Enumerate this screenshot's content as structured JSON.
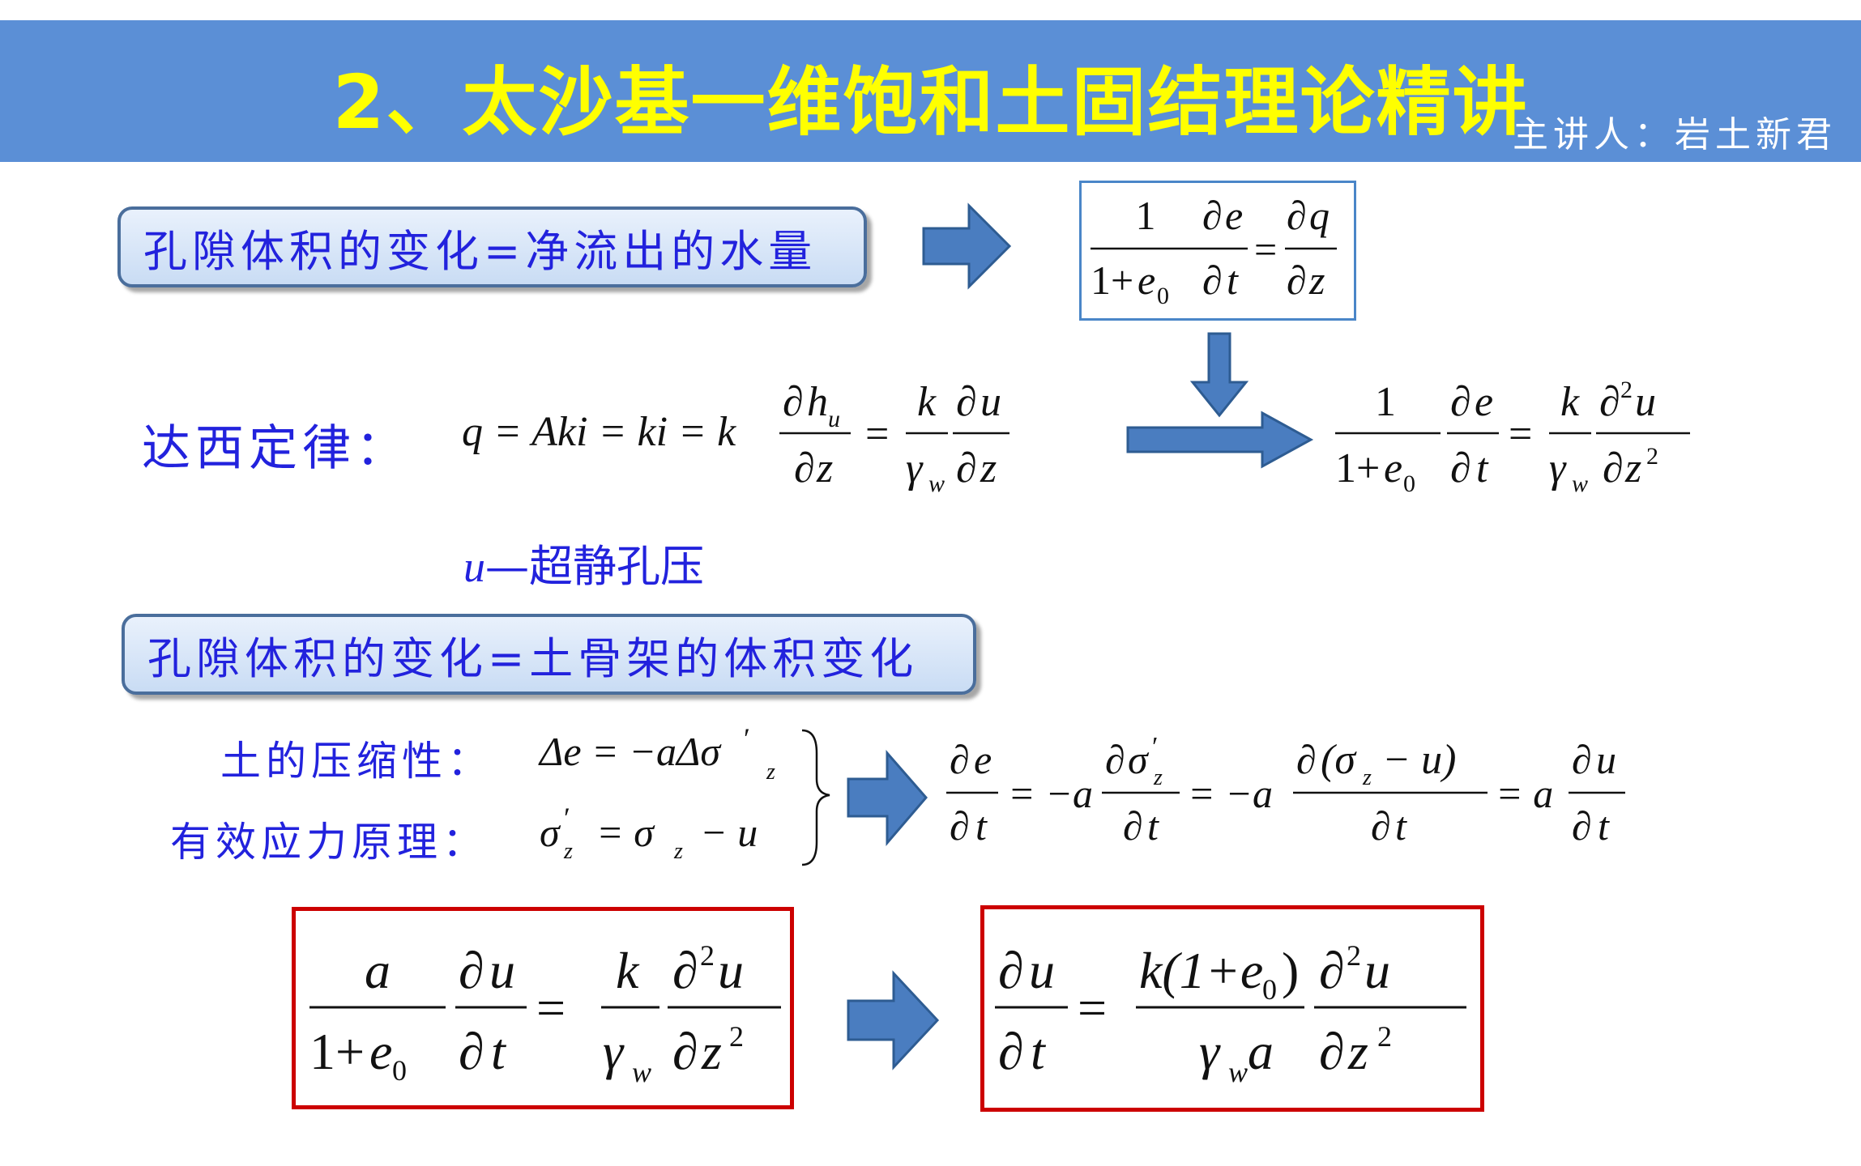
{
  "header": {
    "title": "2、太沙基一维饱和土固结理论精讲",
    "presenter": "主讲人：岩土新君"
  },
  "labels": {
    "pore_water": "孔隙体积的变化=净流出的水量",
    "darcy": "达西定律：",
    "u_def": "—超静孔压",
    "pore_skeleton": "孔隙体积的变化=土骨架的体积变化",
    "compressibility": "土的压缩性：",
    "effective_stress": "有效应力原理："
  },
  "colors": {
    "header_bg": "#5B8FD6",
    "title": "#FFFF00",
    "label_text": "#2222DD",
    "arrow": "#4A7DC0",
    "final_box": "#CC0000"
  },
  "eq": {
    "one": "1",
    "one_plus": "1+",
    "e": "e",
    "zero": "0",
    "two": "2",
    "d": "∂",
    "t": "t",
    "z": "z",
    "q": "q",
    "u": "u",
    "k": "k",
    "a": "a",
    "h": "h",
    "gamma": "γ",
    "w": "w",
    "eqs": "=",
    "minus": "−",
    "darcy_lhs": "q = Aki = ki = k",
    "delta_e": "Δe = −aΔσ",
    "sigma": "σ",
    "prime": "′",
    "eq_sigma_minus_u": "= σ",
    "minus_u": "− u",
    "neg_a": "= −a",
    "eq_a": "= a",
    "k_open": "k(1+e",
    "close_paren": ")",
    "paren_open": "(σ",
    "paren_minus_u": "− u)"
  }
}
